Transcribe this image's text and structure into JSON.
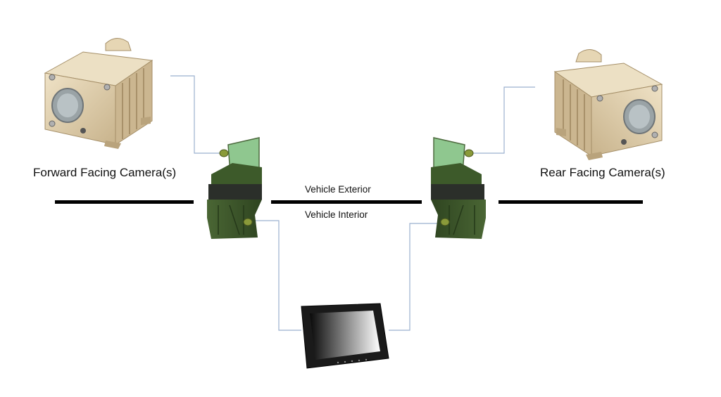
{
  "labels": {
    "forward_camera": "Forward Facing Camera(s)",
    "rear_camera": "Rear Facing Camera(s)",
    "exterior": "Vehicle Exterior",
    "interior": "Vehicle Interior"
  },
  "colors": {
    "camera_body": "#dcc8a2",
    "camera_shadow": "#b9a37c",
    "unit_body": "#3f5a2c",
    "unit_dark": "#2a3c1e",
    "screen_green": "#8fc78f",
    "connector": "#9bb0cf",
    "wall": "#000000",
    "monitor_frame": "#1a1a1a"
  },
  "icons": {
    "forward_camera": "camera-icon",
    "rear_camera": "camera-icon",
    "left_unit": "processing-unit-icon",
    "right_unit": "processing-unit-icon",
    "monitor": "monitor-icon"
  }
}
